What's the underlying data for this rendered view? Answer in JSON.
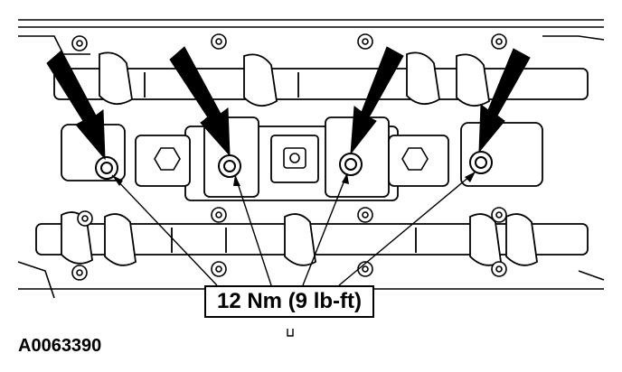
{
  "callout": {
    "torque_label": "12 Nm (9 lb-ft)"
  },
  "figure_id": "A0063390",
  "colors": {
    "line": "#000000",
    "background": "#ffffff"
  },
  "markers": [
    {
      "name": "arrow-bolt-1"
    },
    {
      "name": "arrow-bolt-2"
    },
    {
      "name": "arrow-bolt-3"
    },
    {
      "name": "arrow-bolt-4"
    }
  ]
}
